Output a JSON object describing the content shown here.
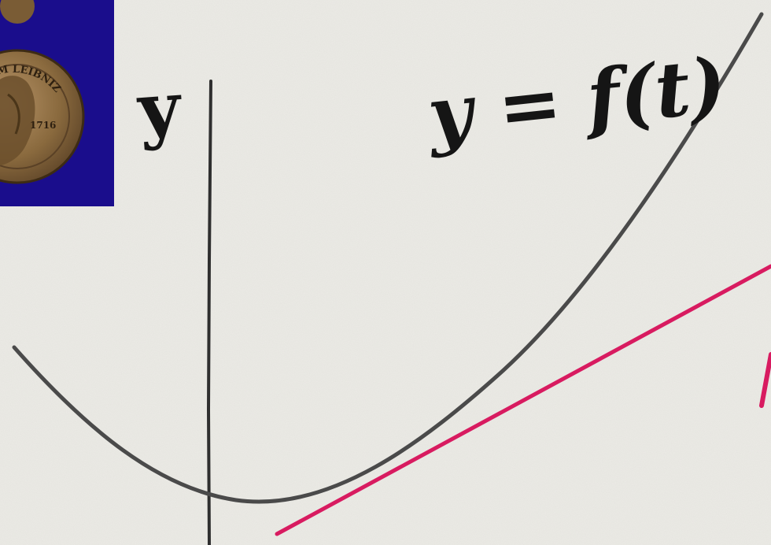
{
  "labels": {
    "axis_label": "y",
    "curve_label": "y = f(t)"
  },
  "medal": {
    "inscription": "HELM LEIBNIZ",
    "year": "1716"
  },
  "colors": {
    "paper": "#ecebe6",
    "ink": "#3a3a3a",
    "tangent": "#d81b60",
    "panel": "#1a0d8c",
    "bronze": "#8a6a3e"
  }
}
